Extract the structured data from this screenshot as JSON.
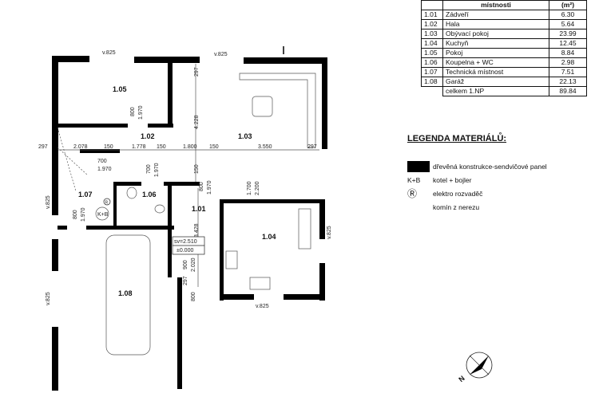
{
  "table": {
    "header_name": "místnosti",
    "header_unit": "(m²)",
    "rows": [
      {
        "no": "1.01",
        "name": "Zádveří",
        "area": "6.30"
      },
      {
        "no": "1.02",
        "name": "Hala",
        "area": "5.64"
      },
      {
        "no": "1.03",
        "name": "Obývací pokoj",
        "area": "23.99"
      },
      {
        "no": "1.04",
        "name": "Kuchyň",
        "area": "12.45"
      },
      {
        "no": "1.05",
        "name": "Pokoj",
        "area": "8.84"
      },
      {
        "no": "1.06",
        "name": "Koupelna + WC",
        "area": "2.98"
      },
      {
        "no": "1.07",
        "name": "Technická místnost",
        "area": "7.51"
      },
      {
        "no": "1.08",
        "name": "Garáž",
        "area": "22.13"
      }
    ],
    "total_label": "celkem 1.NP",
    "total_area": "89.84"
  },
  "legend": {
    "title": "LEGENDA MATERIÁLŮ:",
    "items": [
      {
        "symbol": "",
        "text": "dřevěná konstrukce-sendvičové panel"
      },
      {
        "symbol": "K+B",
        "text": "kotel + bojler"
      },
      {
        "symbol": "Ⓡ",
        "text": "elektro rozvaděč"
      },
      {
        "symbol": "",
        "text": "komín z nerezu"
      }
    ]
  },
  "plan": {
    "rooms": {
      "r101": "1.01",
      "r102": "1.02",
      "r103": "1.03",
      "r104": "1.04",
      "r105": "1.05",
      "r106": "1.06",
      "r107": "1.07",
      "r108": "1.08"
    },
    "windows": {
      "w1": "v.825",
      "w2": "v.825",
      "w3": "v.825",
      "w4": "v.825",
      "w5": "v.825",
      "w6": "v.825"
    },
    "dims": {
      "d297a": "297",
      "d2078": "2.078",
      "d150a": "150",
      "d1778": "1.778",
      "d150b": "150",
      "d1800": "1.800",
      "d150c": "150",
      "d3550": "3.550",
      "d297b": "297",
      "d4228": "4.228",
      "d297c": "297",
      "d150v": "150",
      "d3428": "3.428",
      "door1_w": "800",
      "door1_h": "1.970",
      "door2_w": "700",
      "door2_h": "1.970",
      "door3_w": "700",
      "door3_h": "1.970",
      "door4_w": "800",
      "door4_h": "1.970",
      "door5_w": "800",
      "door5_h": "1.970",
      "door6_w": "900",
      "door6_h": "2.020",
      "d1700": "1.700",
      "d2200": "2.200",
      "d297d": "297",
      "d800": "800"
    },
    "level1": "sv=2.510",
    "level2": "±0.000",
    "kb": "K+B",
    "r_symbol": "R",
    "compass": "N"
  }
}
